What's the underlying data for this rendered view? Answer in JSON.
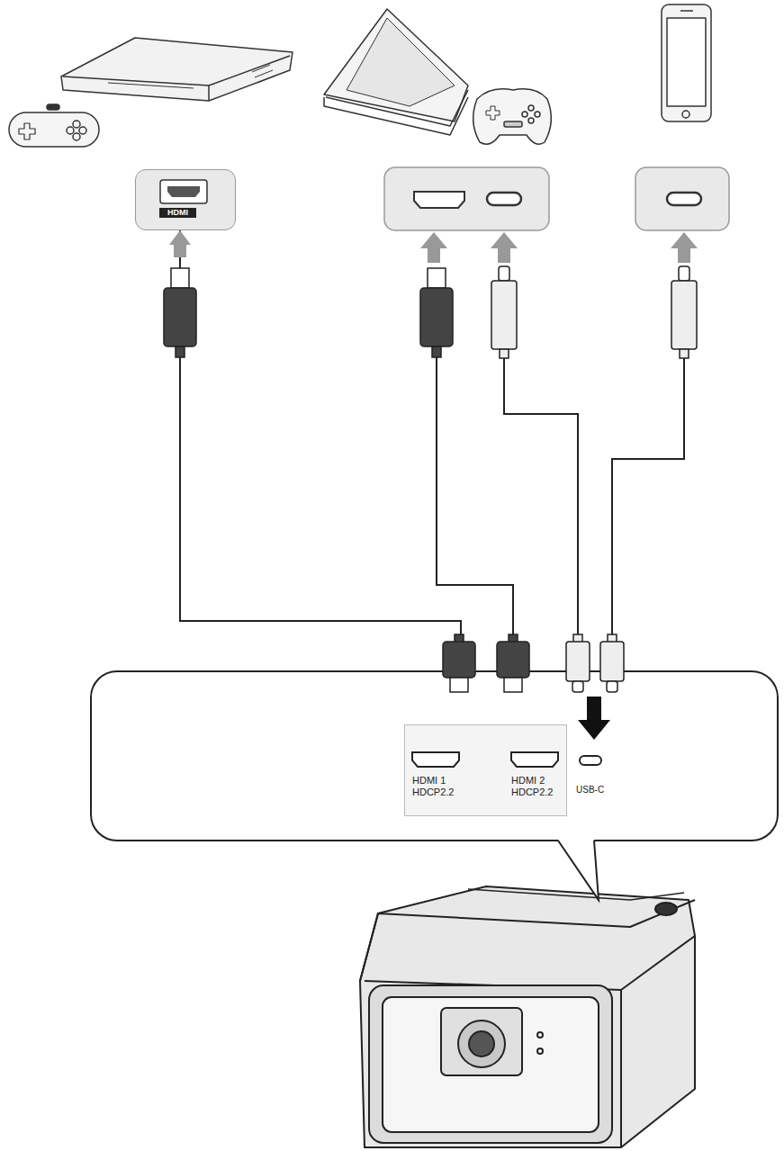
{
  "diagram": {
    "nodes": [
      {
        "text": [
          "HDMI"
        ]
      },
      {
        "text": [
          "USB-C"
        ]
      },
      {
        "text": [
          "HDMI 1 HDCP2.2",
          "HDMI 2 HDCP2.2"
        ],
        "in": 1
      }
    ],
    "edges": [
      {
        "from": 0,
        "to": 2,
        "arrow": "both"
      }
    ]
  }
}
